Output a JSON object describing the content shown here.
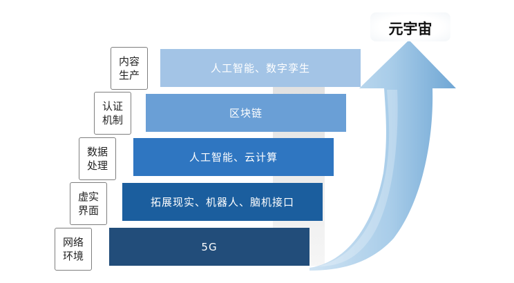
{
  "title": "元宇宙",
  "layers": [
    {
      "label": "内容生产",
      "content": "人工智能、数字孪生",
      "color": "#a3c4e6"
    },
    {
      "label": "认证机制",
      "content": "区块链",
      "color": "#6a9fd6"
    },
    {
      "label": "数据处理",
      "content": "人工智能、云计算",
      "color": "#2f76c1"
    },
    {
      "label": "虚实界面",
      "content": "拓展现实、机器人、脑机接口",
      "color": "#1b5e9e"
    },
    {
      "label": "网络环境",
      "content": "5G",
      "color": "#224d7a"
    }
  ],
  "colors": {
    "arrow_light": "#d6e8f5",
    "arrow_dark": "#7fb2da"
  }
}
